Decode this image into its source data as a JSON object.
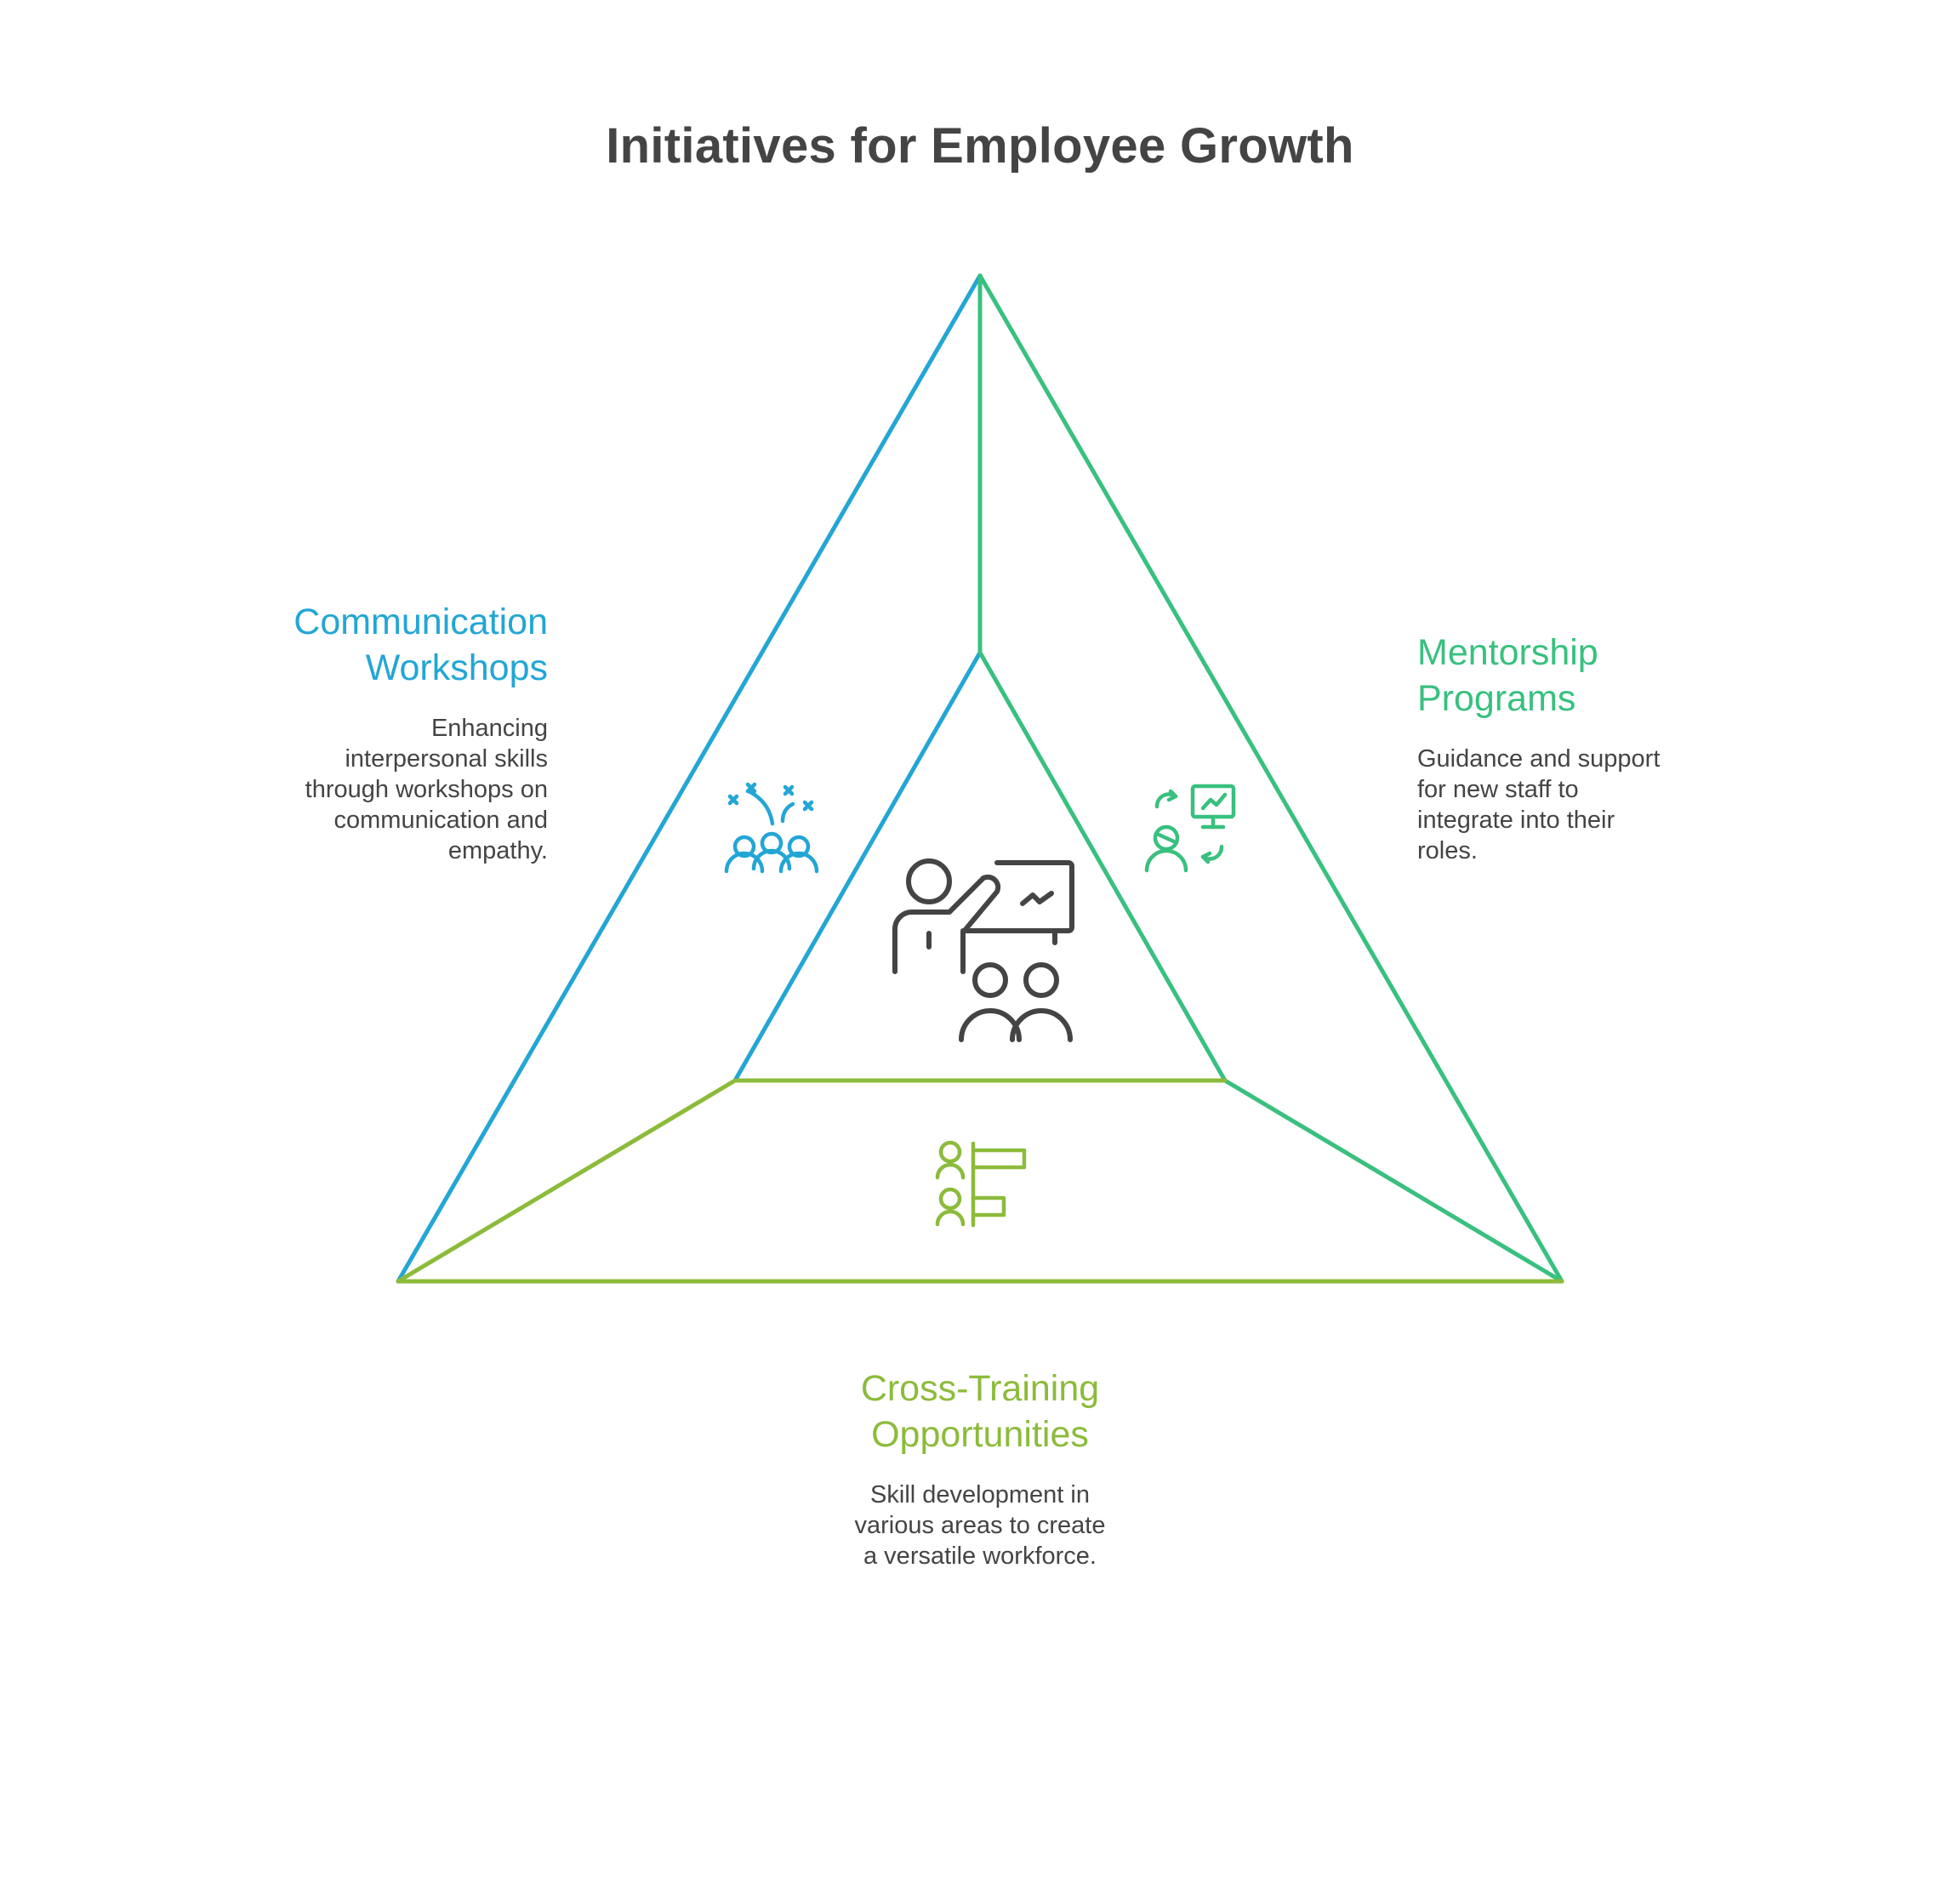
{
  "title": "Initiatives for Employee Growth",
  "colors": {
    "blue": "#23a6d5",
    "teal": "#39c07f",
    "green": "#8cbb3b",
    "dark": "#444444"
  },
  "sections": {
    "communication": {
      "title_line1": "Communication",
      "title_line2": "Workshops",
      "desc_lines": [
        "Enhancing",
        "interpersonal skills",
        "through workshops on",
        "communication and",
        "empathy."
      ],
      "icon": "group-celebration-icon"
    },
    "mentorship": {
      "title_line1": "Mentorship",
      "title_line2": "Programs",
      "desc_lines": [
        "Guidance and support",
        "for new staff to",
        "integrate into their",
        "roles."
      ],
      "icon": "mentor-exchange-icon"
    },
    "cross_training": {
      "title_line1": "Cross-Training",
      "title_line2": "Opportunities",
      "desc_lines": [
        "Skill development in",
        "various areas to create",
        "a versatile workforce."
      ],
      "icon": "people-signpost-icon"
    },
    "center": {
      "icon": "presenter-with-audience-icon"
    }
  }
}
